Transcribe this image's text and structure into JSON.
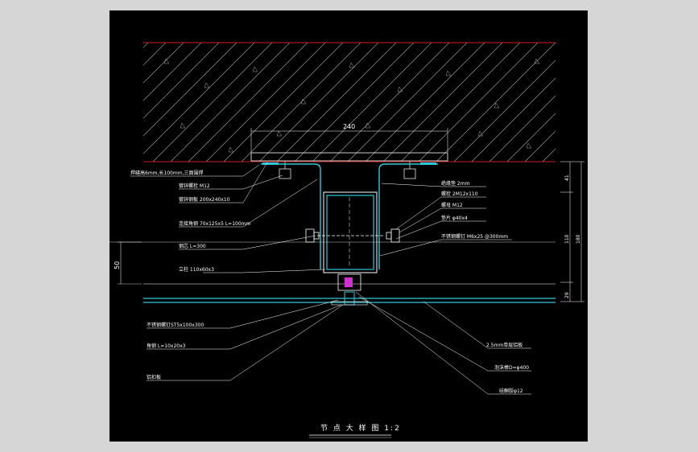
{
  "title": "节 点 大 样 图 1:2",
  "dimensions": {
    "top_width": "240",
    "left_height": "50",
    "right_41": "41",
    "right_110": "110",
    "right_180": "180",
    "right_29": "29"
  },
  "labels_left": [
    "焊缝高6mm,长100mm,三面围焊",
    "镀锌螺栓 M12",
    "镀锌钢板 200x240x10",
    "连接角钢 70x125x5 L=100mm",
    "钢芯 L=300",
    "立柱 110x60x3",
    "不锈钢螺钉ST5x100x300",
    "角钢 L=10x20x3",
    "铝扣板"
  ],
  "labels_right": [
    "绝缘垫 2mm",
    "螺栓 2M12x110",
    "螺母 M12",
    "垫片 φ40x4",
    "不锈钢螺钉 M6x25 @300mm",
    "2.5mm单层铝板",
    "泡沫棒D=φ400",
    "硅酮胶φ12"
  ],
  "colors": {
    "background": "#000000",
    "concrete_edge": "#d02020",
    "steel": "#30c8d8",
    "leader": "#ffffff",
    "accent": "#d030d0"
  }
}
